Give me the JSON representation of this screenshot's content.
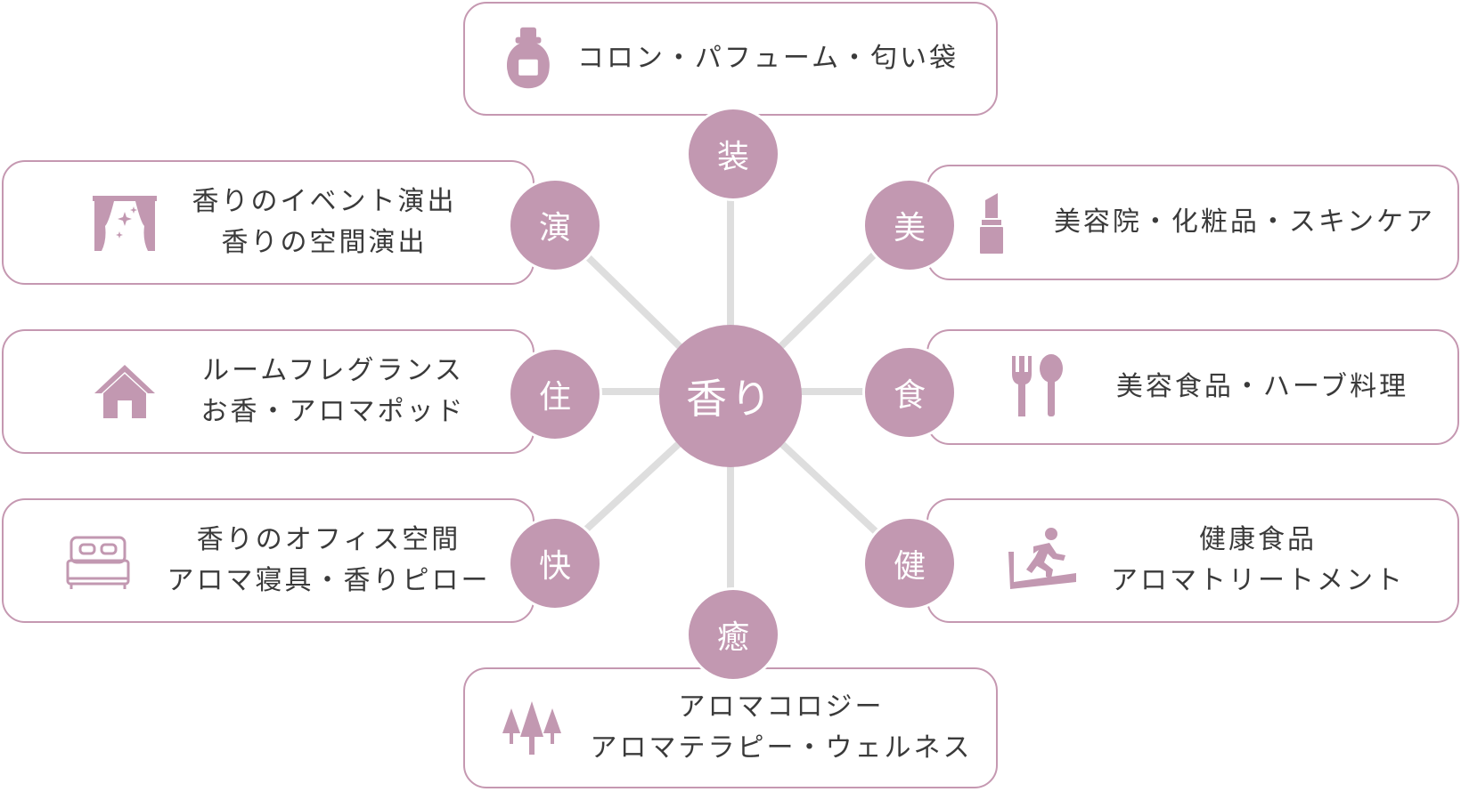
{
  "center": {
    "label": "香り"
  },
  "nodes": {
    "sou": "装",
    "bi": "美",
    "shoku": "食",
    "ken": "健",
    "yu": "癒",
    "kai": "快",
    "ju": "住",
    "en": "演"
  },
  "cards": {
    "top": {
      "lines": [
        "コロン・パフューム・匂い袋"
      ],
      "icon": "perfume-bottle-icon"
    },
    "right_upper": {
      "lines": [
        "美容院・化粧品・スキンケア"
      ],
      "icon": "lipstick-icon"
    },
    "right_middle": {
      "lines": [
        "美容食品・ハーブ料理"
      ],
      "icon": "fork-spoon-icon"
    },
    "right_lower": {
      "lines": [
        "健康食品",
        "アロマトリートメント"
      ],
      "icon": "treadmill-runner-icon"
    },
    "bottom": {
      "lines": [
        "アロマコロジー",
        "アロマテラピー・ウェルネス"
      ],
      "icon": "forest-trees-icon"
    },
    "left_lower": {
      "lines": [
        "香りのオフィス空間",
        "アロマ寝具・香りピロー"
      ],
      "icon": "bed-icon"
    },
    "left_middle": {
      "lines": [
        "ルームフレグランス",
        "お香・アロマポッド"
      ],
      "icon": "house-icon"
    },
    "left_upper": {
      "lines": [
        "香りのイベント演出",
        "香りの空間演出"
      ],
      "icon": "stage-curtain-icon"
    }
  },
  "colors": {
    "accent": "#c298b1",
    "card_border": "#c598b1",
    "spoke": "#dedede",
    "text": "#3a3a3a"
  }
}
